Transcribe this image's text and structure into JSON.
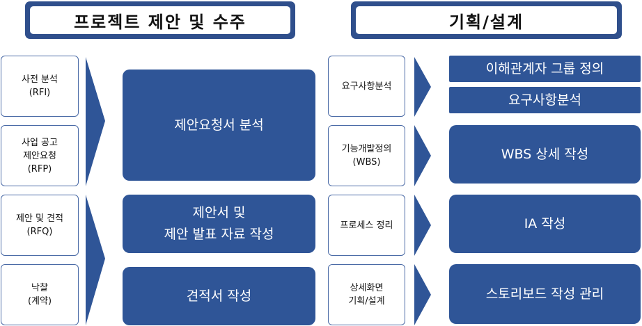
{
  "headers": {
    "left": "프로젝트 제안 및 수주",
    "right": "기획/설계"
  },
  "left_phases": [
    "사전 분석\n(RFI)",
    "사업 공고\n제안요청\n(RFP)",
    "제안 및 견적\n(RFQ)",
    "낙찰\n(계약)"
  ],
  "left_tasks": [
    "제안요청서 분석",
    "제안서 및\n제안 발표 자료 작성",
    "견적서 작성"
  ],
  "right_phases": [
    "요구사항분석",
    "기능개발정의\n(WBS)",
    "프로세스 정리",
    "상세화면\n기획/설계"
  ],
  "right_tasks": [
    "이해관계자 그룹 정의",
    "요구사항분석",
    "WBS 상세 작성",
    "IA 작성",
    "스토리보드 작성 관리"
  ],
  "colors": {
    "primary": "#2f5597",
    "header_border": "#2f4f8c",
    "outline": "#4a6aa6"
  }
}
